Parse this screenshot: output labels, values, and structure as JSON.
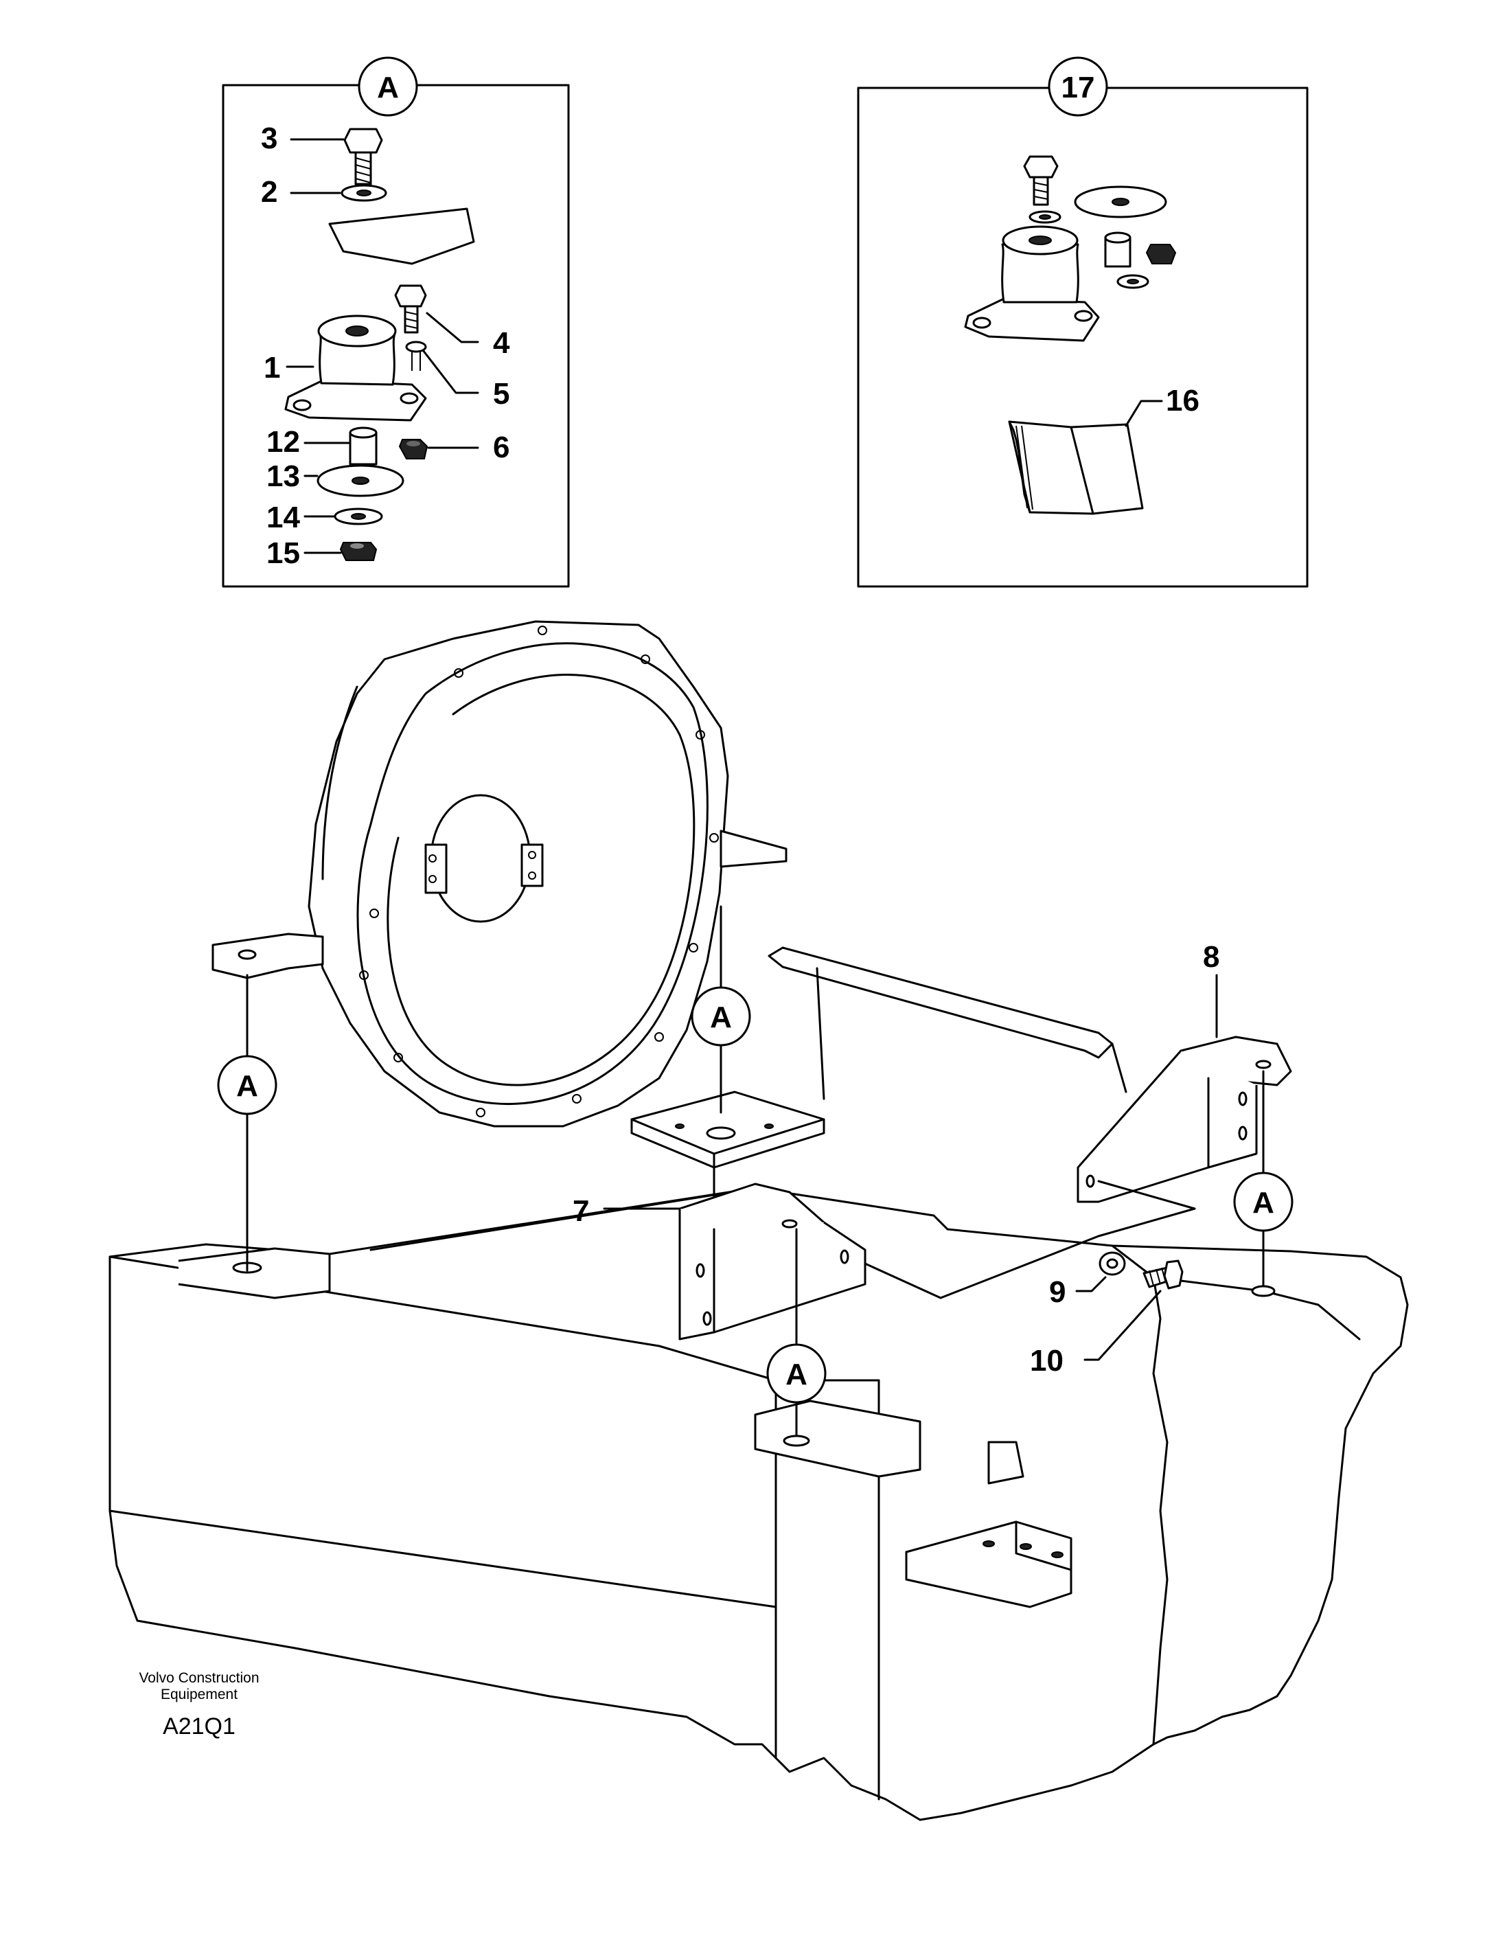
{
  "detail_a": {
    "marker": "A"
  },
  "detail_17": {
    "marker": "17"
  },
  "callouts": {
    "c1": "1",
    "c2": "2",
    "c3": "3",
    "c4": "4",
    "c5": "5",
    "c6": "6",
    "c7": "7",
    "c8": "8",
    "c9": "9",
    "c10": "10",
    "c12": "12",
    "c13": "13",
    "c14": "14",
    "c15": "15",
    "c16": "16"
  },
  "markers": {
    "a": "A"
  },
  "footer": {
    "line1": "Volvo Construction",
    "line2": "Equipement",
    "code": "A21Q1"
  }
}
